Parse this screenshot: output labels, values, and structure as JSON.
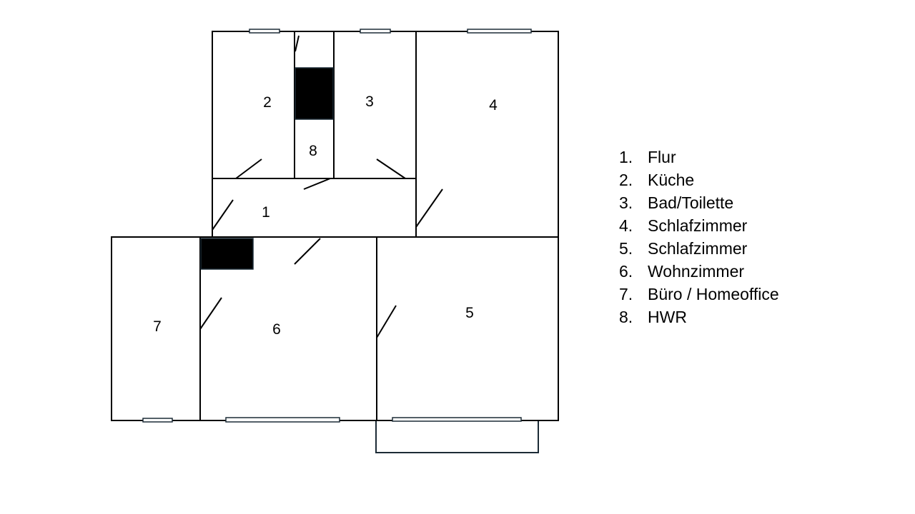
{
  "rooms": [
    {
      "number": "1"
    },
    {
      "number": "2"
    },
    {
      "number": "3"
    },
    {
      "number": "4"
    },
    {
      "number": "5"
    },
    {
      "number": "6"
    },
    {
      "number": "7"
    },
    {
      "number": "8"
    }
  ],
  "legend": [
    {
      "num": "1.",
      "label": "Flur"
    },
    {
      "num": "2.",
      "label": "Küche"
    },
    {
      "num": "3.",
      "label": "Bad/Toilette"
    },
    {
      "num": "4.",
      "label": "Schlafzimmer"
    },
    {
      "num": "5.",
      "label": "Schlafzimmer"
    },
    {
      "num": "6.",
      "label": "Wohnzimmer"
    },
    {
      "num": "7.",
      "label": "Büro / Homeoffice"
    },
    {
      "num": "8.",
      "label": "HWR"
    }
  ],
  "colors": {
    "wall": "#000000",
    "window_frame": "#1c2b36",
    "chimney": "#000000"
  }
}
